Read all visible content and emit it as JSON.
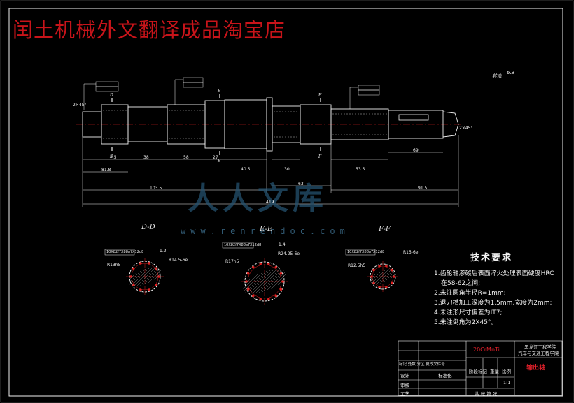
{
  "header": {
    "shop_title": "闰土机械外文翻译成品淘宝店"
  },
  "watermark": {
    "text": "www.renrendoc.com"
  },
  "roughness": {
    "label": "其余",
    "value": "6.3"
  },
  "sections": [
    {
      "label": "D-D",
      "spline_callout": "10X82f7X88a7X12d8",
      "dims": [
        "1.2",
        "R13h5",
        "R14.5-6e"
      ]
    },
    {
      "label": "E-E",
      "spline_callout": "10X82f7X88a7X12d8",
      "dims": [
        "1.4",
        "R17h5",
        "R24.25-6e"
      ]
    },
    {
      "label": "F-F",
      "spline_callout": "10X82f7X88a7X12d8",
      "dims": [
        "R15-6e",
        "R12.5h5"
      ]
    }
  ],
  "dimensions": {
    "chamfer_left": "2×45°",
    "chamfer_right": "2×45°",
    "row1": [
      "7.5",
      "38",
      "58",
      "27",
      "40.5",
      "30",
      "53.5",
      "69"
    ],
    "row2": [
      "81.8",
      "63"
    ],
    "row3": [
      "103.5",
      "91.5"
    ],
    "total": "419"
  },
  "tech_requirements": {
    "title": "技术要求",
    "items": [
      "1.齿轮轴渗碳后表面淬火处理表面硬度HRC",
      "在58-62之间;",
      "2.未注圆角半径R=1mm;",
      "3.退刀槽加工深度为1.5mm,宽度为2mm;",
      "4.未注形尺寸偏差为IT7;",
      "5.未注倒角为2X45°。"
    ]
  },
  "title_block": {
    "material": "20CrMnTi",
    "school": "黑龙江工程学院",
    "department": "汽车与交通工程学院",
    "part_name": "输出轴",
    "designer_label": "设计",
    "check_label": "审核",
    "process_label": "工艺",
    "standard_label": "标准化",
    "stage_label": "阶段标记",
    "weight_label": "重量",
    "scale_label": "比例",
    "scale_value": "1:1",
    "sheets_label": "共 张  第 张",
    "marks_label": "标记 处数 分区 更改文件号"
  },
  "colors": {
    "line": "#f0f0f0",
    "center": "#e02020",
    "accent": "#c8141a",
    "bg": "#000000"
  }
}
